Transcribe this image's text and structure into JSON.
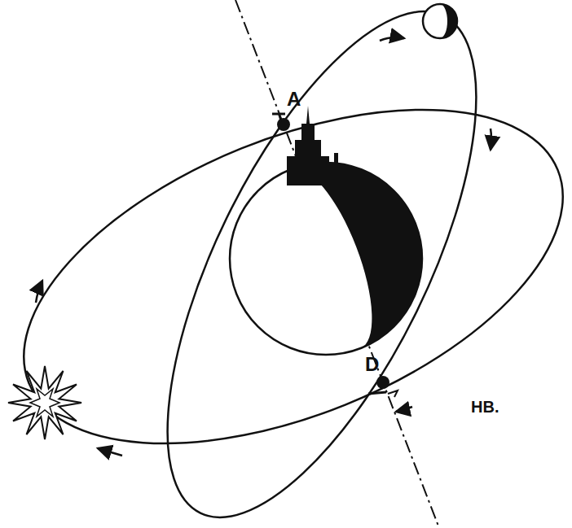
{
  "diagram": {
    "labels": [
      "A",
      "D",
      "HB."
    ]
  }
}
